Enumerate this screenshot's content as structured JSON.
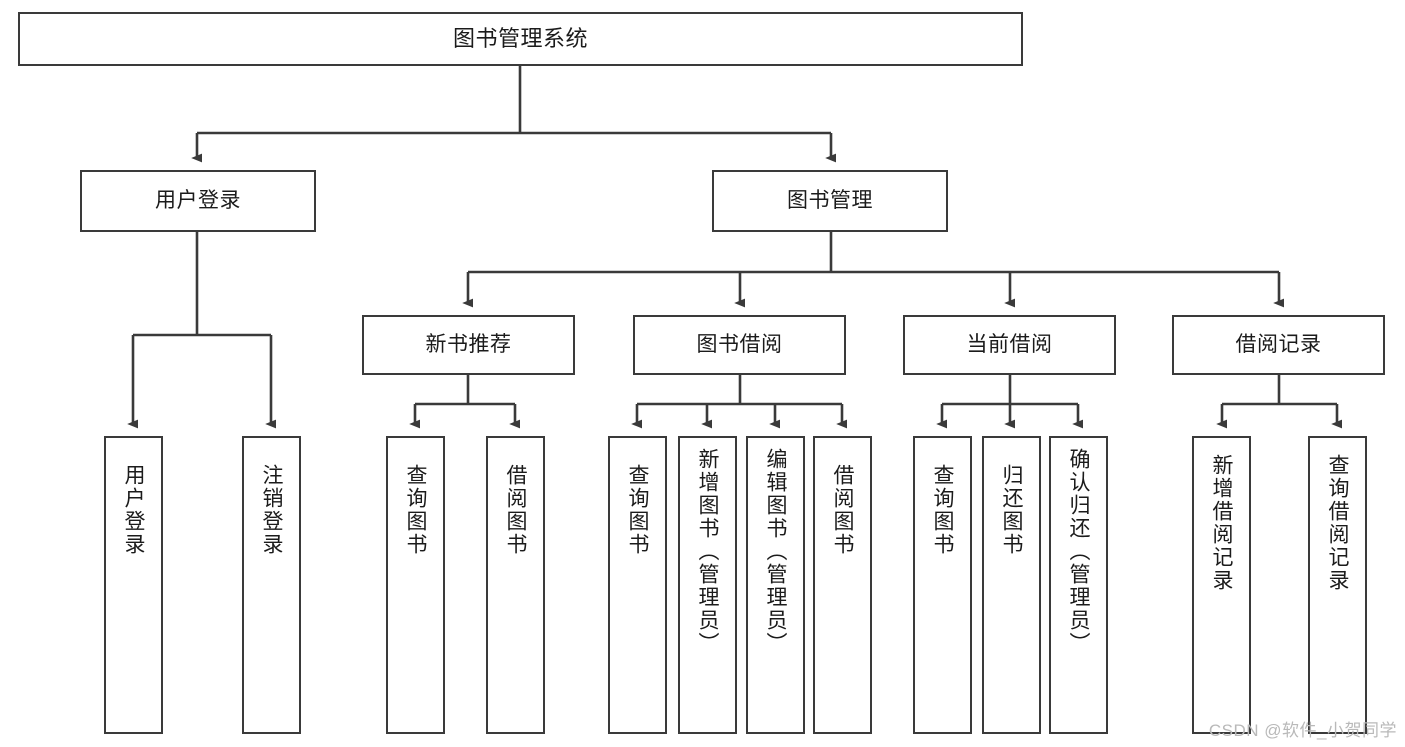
{
  "diagram": {
    "type": "tree",
    "title": "图书管理系统",
    "colors": {
      "node_border": "#3a3a3a",
      "node_fill": "#ffffff",
      "edge": "#3a3a3a",
      "text": "#1b1b1b",
      "watermark": "#b9b9b9",
      "background": "#ffffff"
    },
    "nodes": {
      "root": {
        "label": "图书管理系统"
      },
      "level2": [
        {
          "id": "user-login",
          "label": "用户登录"
        },
        {
          "id": "book-management",
          "label": "图书管理"
        }
      ],
      "level3": [
        {
          "id": "new-book-recommend",
          "label": "新书推荐"
        },
        {
          "id": "book-borrow",
          "label": "图书借阅"
        },
        {
          "id": "current-borrow",
          "label": "当前借阅"
        },
        {
          "id": "borrow-record",
          "label": "借阅记录"
        }
      ],
      "leaves": {
        "user_login": [
          {
            "id": "leaf-user-login",
            "label": "用户登录"
          },
          {
            "id": "leaf-logout-login",
            "label": "注销登录"
          }
        ],
        "new_book_recommend": [
          {
            "id": "leaf-query-book-1",
            "label": "查询图书"
          },
          {
            "id": "leaf-borrow-book-1",
            "label": "借阅图书"
          }
        ],
        "book_borrow": [
          {
            "id": "leaf-query-book-2",
            "label": "查询图书"
          },
          {
            "id": "leaf-add-book",
            "label": "新增图书（管理员）"
          },
          {
            "id": "leaf-edit-book",
            "label": "编辑图书（管理员）"
          },
          {
            "id": "leaf-borrow-book-2",
            "label": "借阅图书"
          }
        ],
        "current_borrow": [
          {
            "id": "leaf-query-book-3",
            "label": "查询图书"
          },
          {
            "id": "leaf-return-book",
            "label": "归还图书"
          },
          {
            "id": "leaf-confirm-return",
            "label": "确认归还（管理员）"
          }
        ],
        "borrow_record": [
          {
            "id": "leaf-add-record",
            "label": "新增借阅记录"
          },
          {
            "id": "leaf-query-record",
            "label": "查询借阅记录"
          }
        ]
      }
    }
  },
  "watermark": {
    "text": "CSDN @软件_小贺同学"
  }
}
